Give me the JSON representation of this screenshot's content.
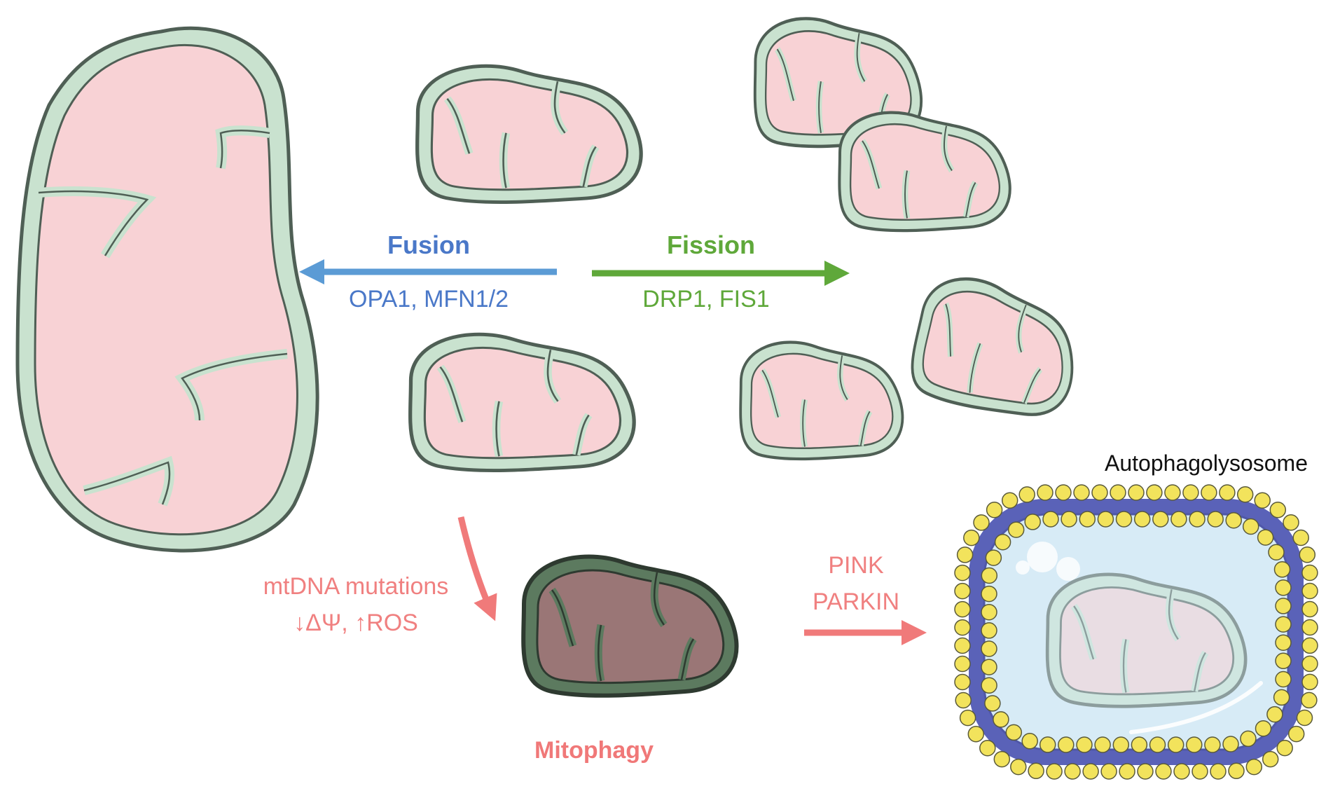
{
  "fusion": {
    "title": "Fusion",
    "proteins": "OPA1, MFN1/2",
    "color": "#4A78C8",
    "arrow_color": "#5B9BD5"
  },
  "fission": {
    "title": "Fission",
    "proteins": "DRP1, FIS1",
    "color": "#5FA83A",
    "arrow_color": "#5FA83A"
  },
  "damage": {
    "line1": "mtDNA mutations",
    "line2": "↓ΔΨ, ↑ROS",
    "color": "#F08080"
  },
  "mitophagy": {
    "title": "Mitophagy",
    "color": "#F07878"
  },
  "pink_parkin": {
    "line1": "PINK",
    "line2": "PARKIN",
    "color": "#F08080"
  },
  "autophagolysosome": {
    "title": "Autophagolysosome",
    "color": "#111111"
  },
  "colors": {
    "outer_membrane": "#C9E2CF",
    "membrane_outline": "#4F5F55",
    "matrix": "#F8D2D5",
    "matrix_light": "#FBE0E2",
    "damaged_matrix": "#9A7676",
    "damaged_membrane": "#5C7A5F",
    "lysosome_bead": "#F2E35C",
    "lysosome_band": "#5A62B8",
    "lysosome_lumen": "#D7EBF6"
  }
}
